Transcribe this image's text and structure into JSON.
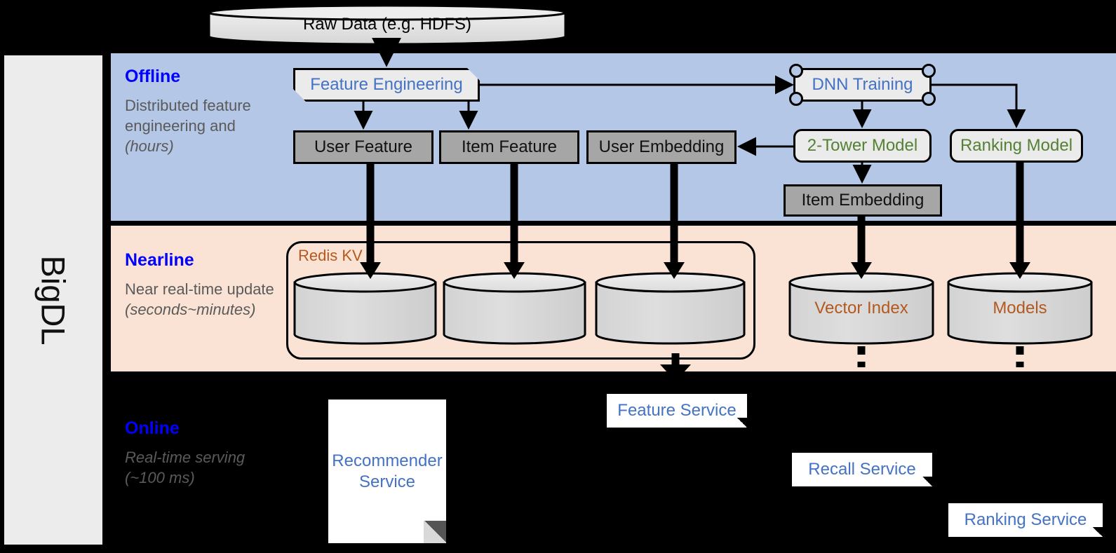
{
  "framework": {
    "name": "BigDL"
  },
  "source": {
    "label": "Raw Data (e.g. HDFS)"
  },
  "stages": [
    {
      "key": "offline",
      "title": "Offline",
      "desc": "Distributed feature engineering and ",
      "desc_italic": "(hours)"
    },
    {
      "key": "nearline",
      "title": "Nearline",
      "desc": "Near real-time update ",
      "desc_italic": "(seconds~minutes)"
    },
    {
      "key": "online",
      "title": "Online",
      "desc": "Real-time serving ",
      "desc_italic": "(~100 ms)"
    }
  ],
  "offline": {
    "feature_engineering": "Feature Engineering",
    "dnn_training": "DNN Training",
    "user_feature": "User Feature",
    "item_feature": "Item Feature",
    "user_embedding": "User Embedding",
    "two_tower_model": "2-Tower Model",
    "ranking_model": "Ranking Model",
    "item_embedding": "Item Embedding"
  },
  "nearline": {
    "redis_kv": "Redis KV",
    "kv_stores": [
      "",
      "",
      ""
    ],
    "vector_index": "Vector Index",
    "models": "Models"
  },
  "online": {
    "recommender_service": "Recommender Service",
    "feature_service": "Feature Service",
    "recall_service": "Recall Service",
    "ranking_service": "Ranking Service"
  },
  "colors": {
    "offline_band": "#b4c7e7",
    "nearline_band": "#fae3d4",
    "stage_title": "#0000FF",
    "stage_desc": "#5A5A5A",
    "blue_text": "#4472C4",
    "green_text": "#548235",
    "brown_text": "#B4591E",
    "grey_box": "#A6A6A6",
    "light_box": "#EBEBEB",
    "sidebar": "#ECECEC"
  }
}
